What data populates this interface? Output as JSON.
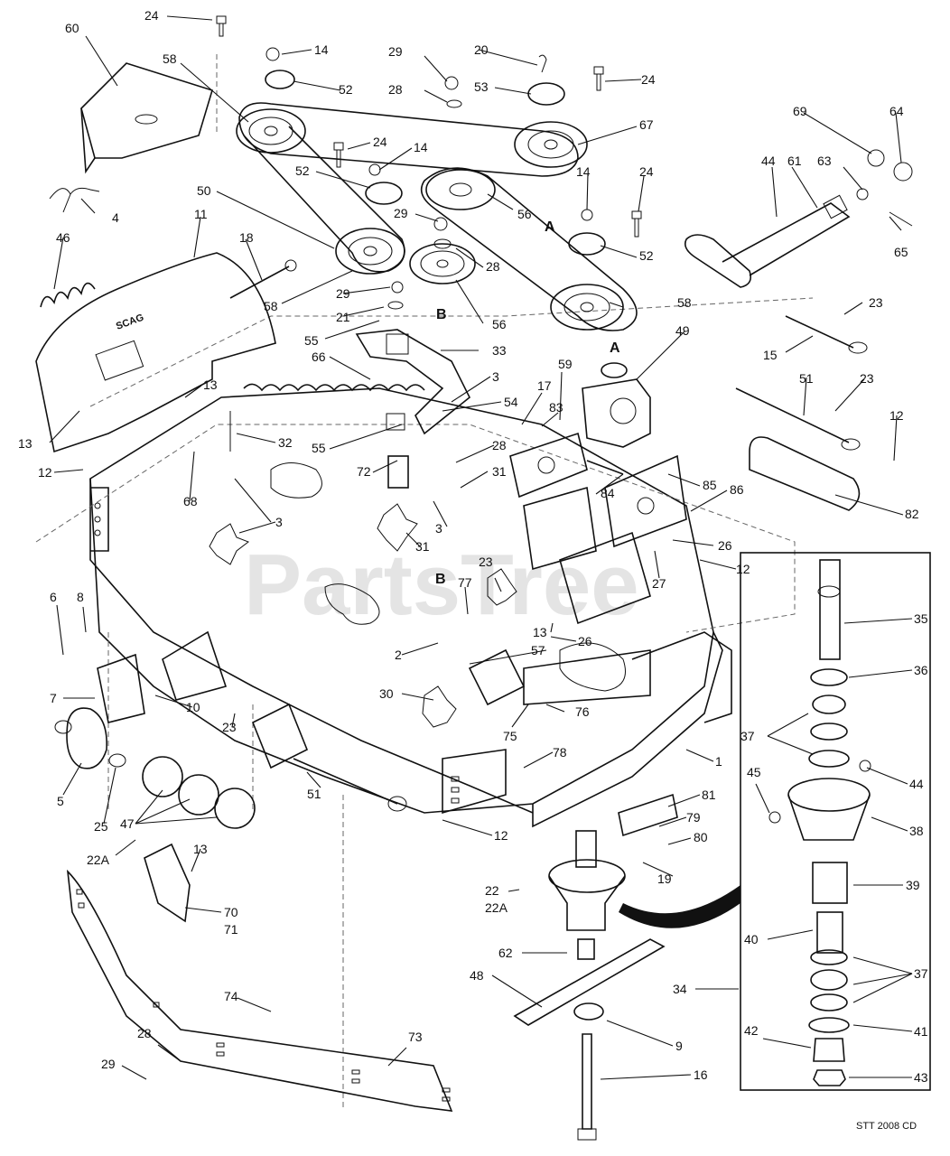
{
  "diagram": {
    "watermark": "PartsTree",
    "drawing_code": "STT 2008 CD",
    "section_marks": [
      "A",
      "B",
      "A",
      "B"
    ],
    "decal_text": "SCAG",
    "callouts": [
      "24",
      "60",
      "14",
      "58",
      "29",
      "20",
      "52",
      "53",
      "24",
      "28",
      "67",
      "69",
      "64",
      "24",
      "14",
      "52",
      "44",
      "61",
      "63",
      "14",
      "24",
      "50",
      "4",
      "56",
      "A",
      "11",
      "29",
      "52",
      "28",
      "65",
      "46",
      "18",
      "58",
      "29",
      "56",
      "58",
      "21",
      "B",
      "55",
      "33",
      "23",
      "49",
      "66",
      "A",
      "3",
      "15",
      "13",
      "59",
      "17",
      "83",
      "51",
      "23",
      "13",
      "54",
      "32",
      "55",
      "28",
      "12",
      "12",
      "68",
      "31",
      "85",
      "72",
      "84",
      "86",
      "82",
      "3",
      "3",
      "31",
      "26",
      "12",
      "27",
      "23",
      "77",
      "B",
      "6",
      "8",
      "13",
      "26",
      "2",
      "57",
      "35",
      "36",
      "10",
      "7",
      "30",
      "75",
      "76",
      "37",
      "23",
      "1",
      "78",
      "44",
      "5",
      "45",
      "25",
      "47",
      "81",
      "38",
      "79",
      "51",
      "12",
      "80",
      "22A",
      "13",
      "19",
      "39",
      "22",
      "22A",
      "70",
      "71",
      "40",
      "62",
      "48",
      "37",
      "34",
      "74",
      "9",
      "41",
      "42",
      "28",
      "73",
      "16",
      "29",
      "43"
    ]
  }
}
